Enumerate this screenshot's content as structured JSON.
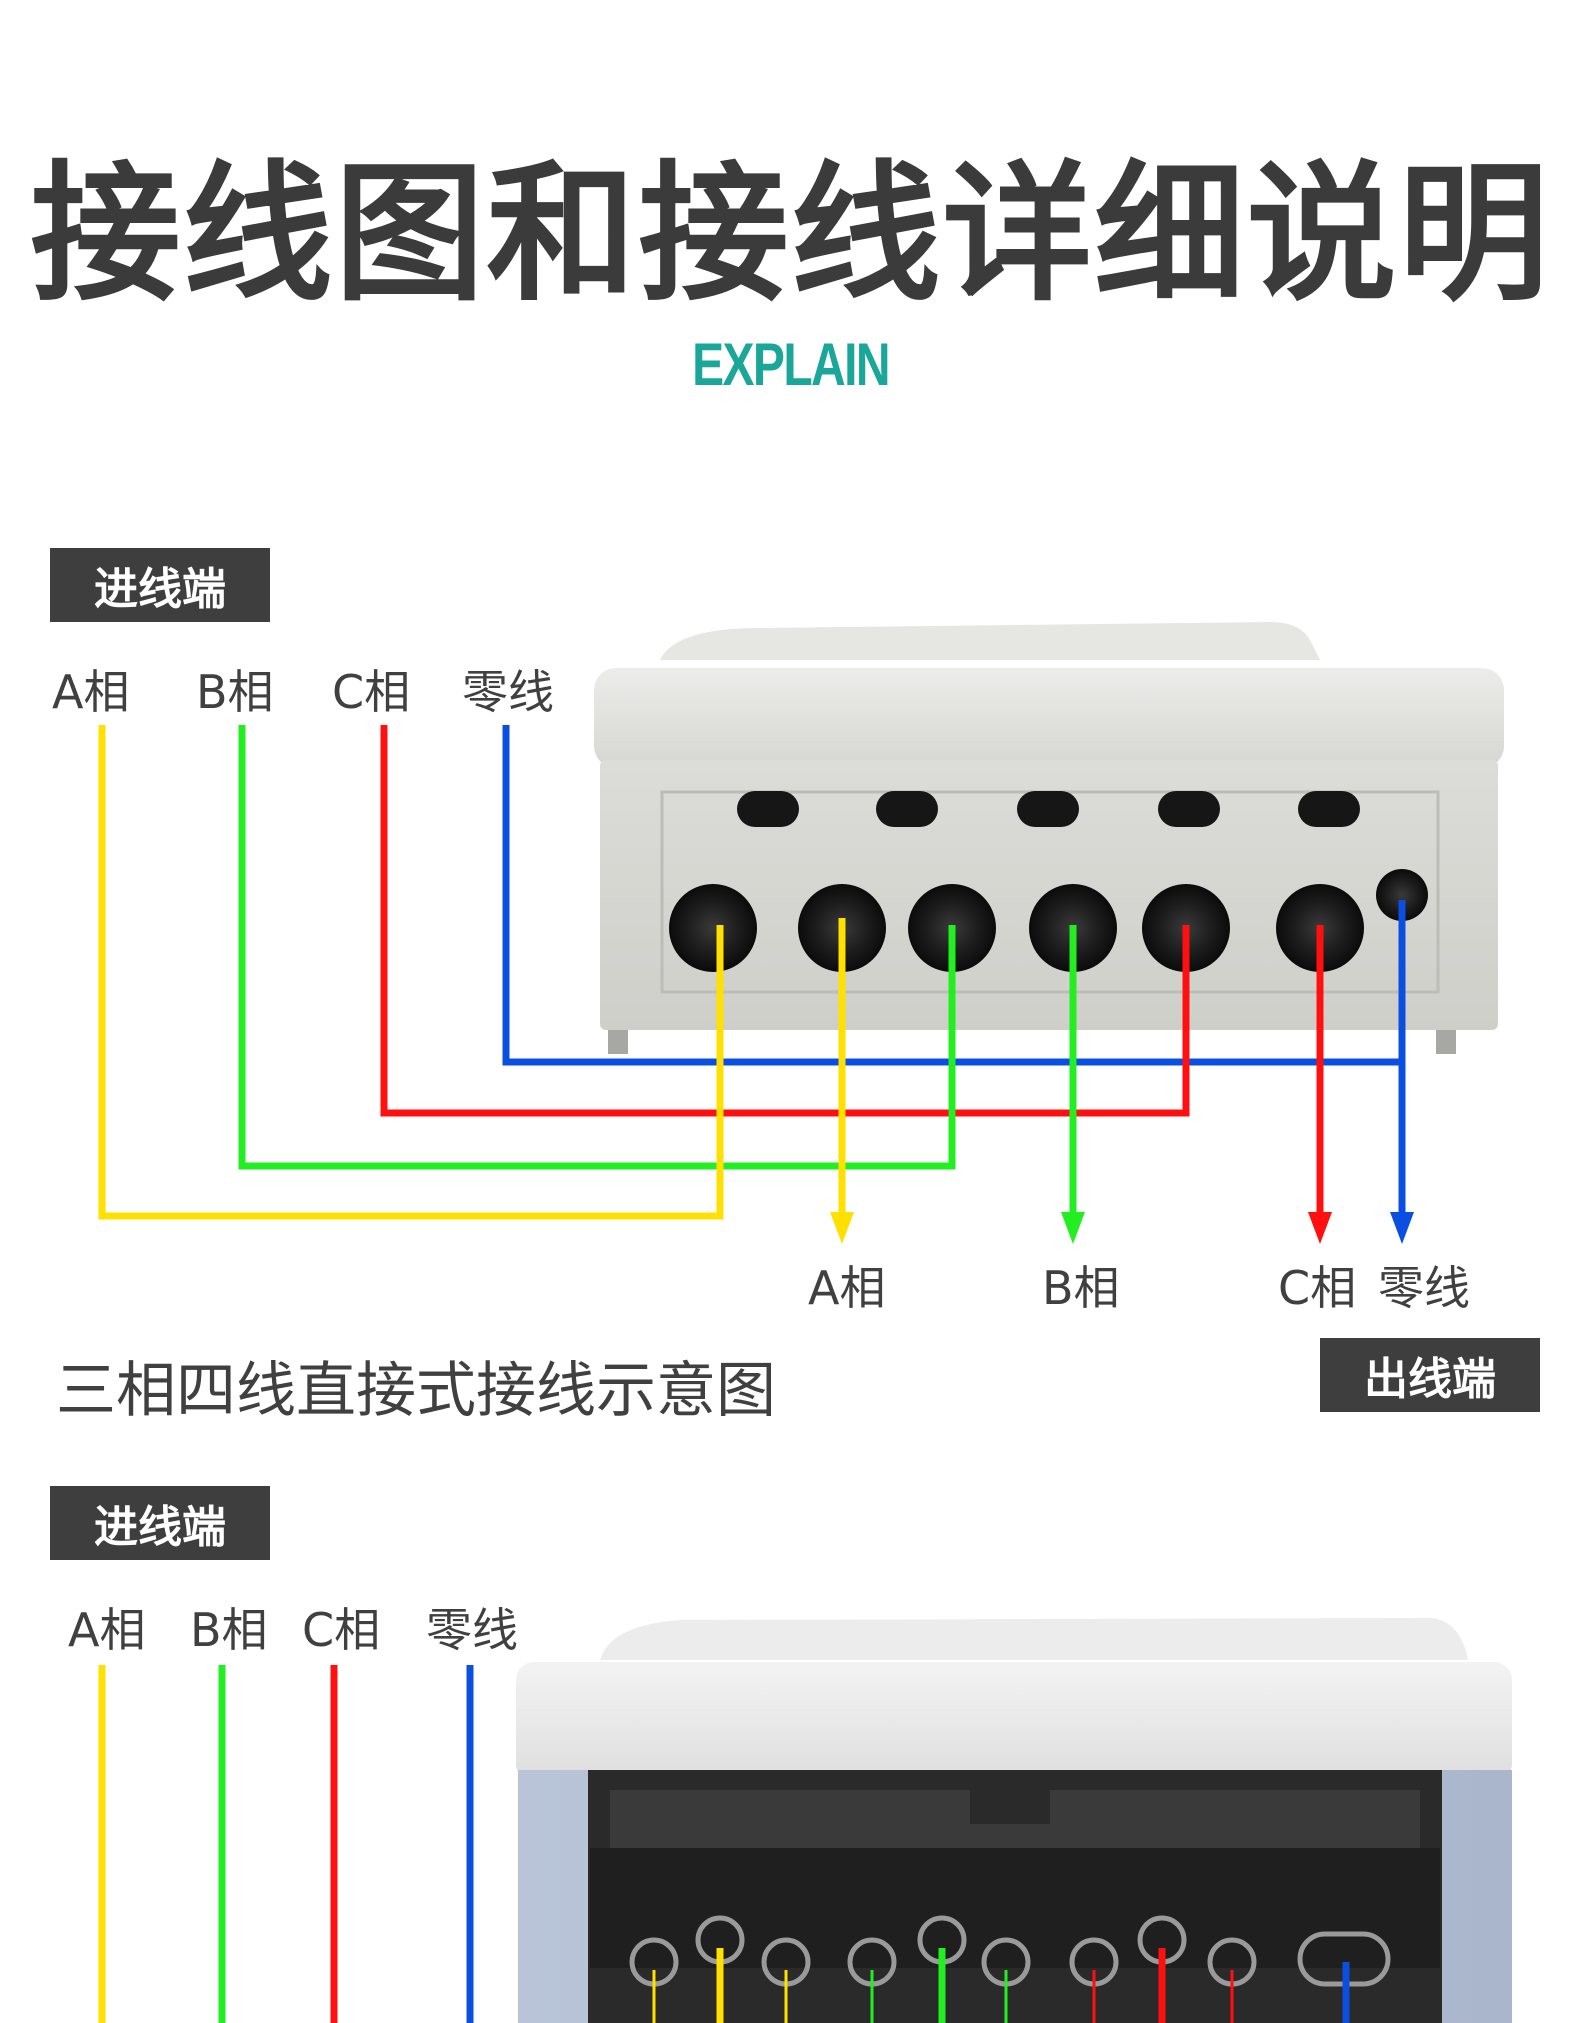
{
  "header": {
    "title": "接线图和接线详细说明",
    "subtitle": "EXPLAIN"
  },
  "diagram1": {
    "input_tag": "进线端",
    "input_labels": [
      "A相",
      "B相",
      "C相",
      "零线"
    ],
    "output_labels": [
      "A相",
      "B相",
      "C相",
      "零线"
    ],
    "output_tag": "出线端",
    "caption": "三相四线直接式接线示意图"
  },
  "diagram2": {
    "input_tag": "进线端",
    "input_labels": [
      "A相",
      "B相",
      "C相",
      "零线"
    ]
  },
  "colors": {
    "phase_a": "#ffe000",
    "phase_b": "#22ee22",
    "phase_c": "#ff1010",
    "neutral": "#0a4fe0",
    "tag_bg": "#3e3e3e",
    "subtitle": "#1aa79a"
  }
}
